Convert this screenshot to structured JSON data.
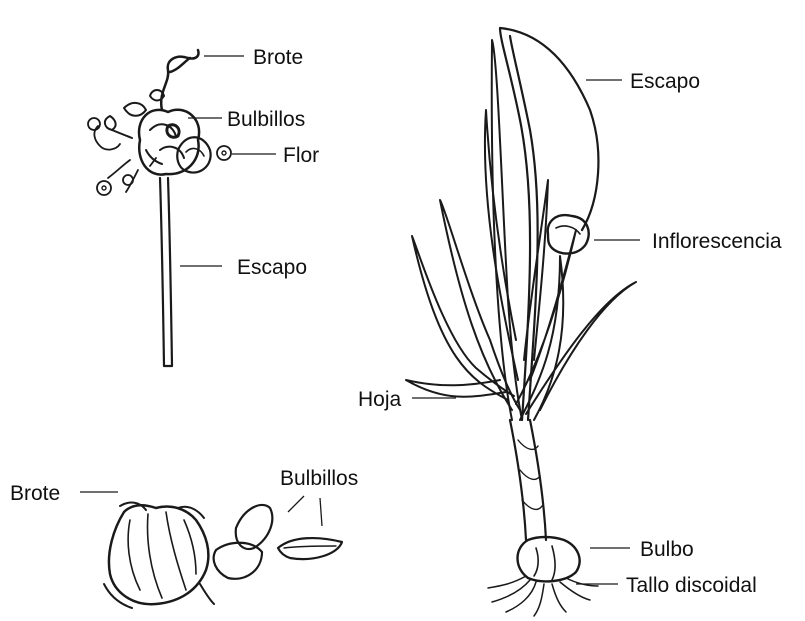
{
  "labels": {
    "inflorescence_figure": {
      "brote": "Brote",
      "bulbillos": "Bulbillos",
      "flor": "Flor",
      "escapo": "Escapo"
    },
    "bulbils_figure": {
      "brote": "Brote",
      "bulbillos": "Bulbillos"
    },
    "plant_figure": {
      "escapo": "Escapo",
      "inflorescencia": "Inflorescencia",
      "hoja": "Hoja",
      "bulbo": "Bulbo",
      "tallo_discoidal": "Tallo discoidal"
    }
  },
  "colors": {
    "ink": "#1a1a1a",
    "background": "#ffffff"
  }
}
